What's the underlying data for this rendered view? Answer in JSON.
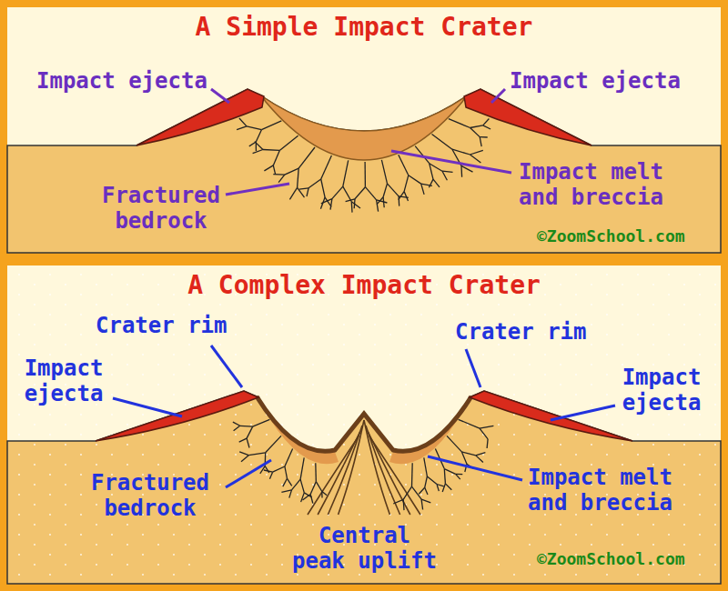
{
  "diagram": {
    "labels": [
      "A Simple Impact Crater",
      "Impact ejecta",
      "Impact ejecta",
      "Impact melt and breccia",
      "Fractured bedrock",
      "©ZoomSchool.com",
      "A Complex Impact Crater",
      "Crater rim",
      "Crater rim",
      "Impact ejecta",
      "Impact ejecta",
      "Fractured bedrock",
      "Impact melt and breccia",
      "Central peak uplift",
      "©ZoomSchool.com"
    ]
  }
}
